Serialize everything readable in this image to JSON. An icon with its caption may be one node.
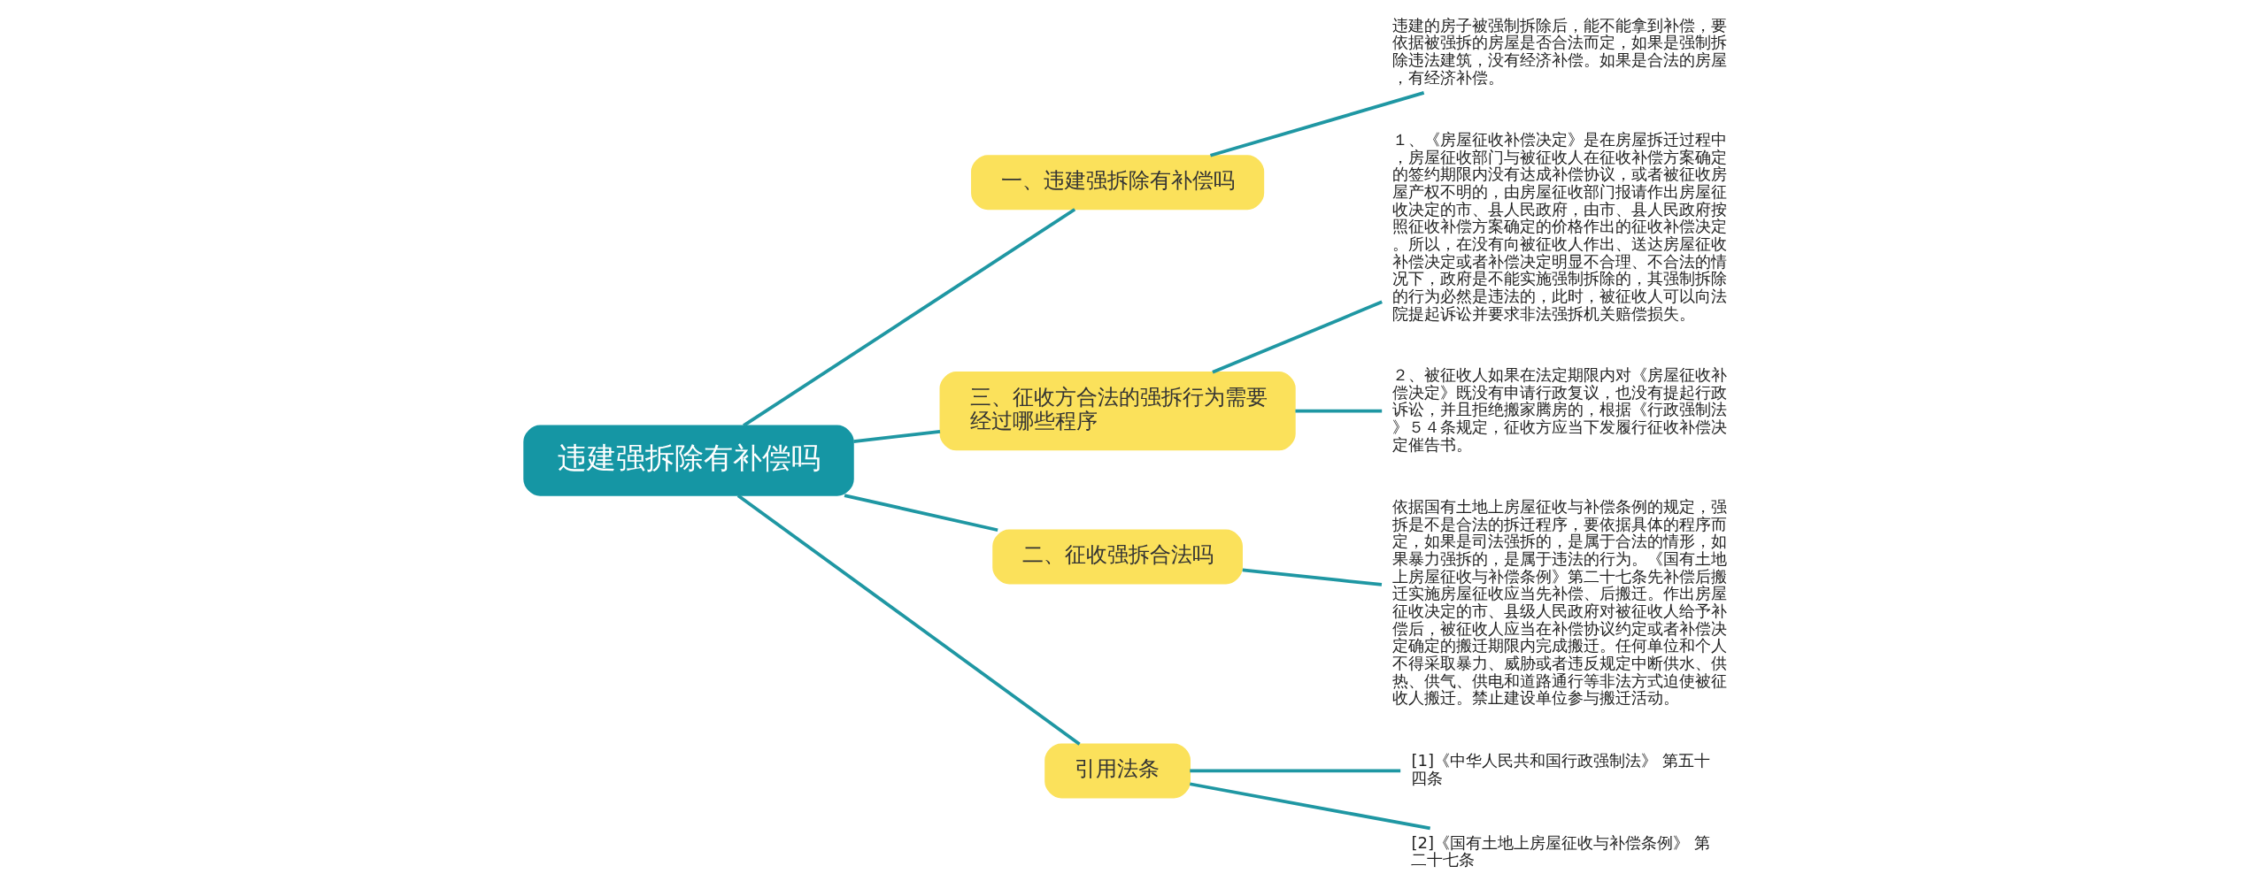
{
  "diagram": {
    "nodes": [
      {
        "text": [
          "违建强拆除有补偿吗"
        ]
      },
      {
        "text": [
          "一、违建强拆除有补偿吗"
        ]
      },
      {
        "text": [
          "违建的房子被强制拆除后，能不能拿到补偿，要依据被强拆的房屋是否合法而定，如果是强制拆除违法建筑，没有经济补偿。如果是合法的房屋，有经济补偿。"
        ]
      },
      {
        "text": [
          "三、征收方合法的强拆行为需要经过哪些程序"
        ]
      },
      {
        "text": [
          "１、《房屋征收补偿决定》是在房屋拆迁过程中，房屋征收部门与被征收人在征收补偿方案确定的签约期限内没有达成补偿协议，或者被征收房屋产权不明的，由房屋征收部门报请作出房屋征收决定的市、县人民政府，由市、县人民政府按照征收补偿方案确定的价格作出的征收补偿决定。所以，在没有向被征收人作出、送达房屋征收补偿决定或者补偿决定明显不合理、不合法的情况下，政府是不能实施强制拆除的，其强制拆除的行为必然是违法的，此时，被征收人可以向法院提起诉讼并要求非法强拆机关赔偿损失。"
        ]
      },
      {
        "text": [
          "２、被征收人如果在法定期限内对《房屋征收补偿决定》既没有申请行政复议，也没有提起行政诉讼，并且拒绝搬家腾房的，根据《行政强制法》５４条规定，征收方应当下发履行征收补偿决定催告书。"
        ]
      },
      {
        "text": [
          "二、征收强拆合法吗"
        ]
      },
      {
        "text": [
          "依据国有土地上房屋征收与补偿条例的规定，强拆是不是合法的拆迁程序，要依据具体的程序而定，如果是司法强拆的，是属于合法的情形，如果暴力强拆的，是属于违法的行为。《国有土地上房屋征收与补偿条例》第二十七条先补偿后搬迁实施房屋征收应当先补偿、后搬迁。作出房屋征收决定的市、县级人民政府对被征收人给予补偿后，被征收人应当在补偿协议约定或者补偿决定确定的搬迁期限内完成搬迁。任何单位和个人不得采取暴力、威胁或者违反规定中断供水、供热、供气、供电和道路通行等非法方式迫使被征收人搬迁。禁止建设单位参与搬迁活动。"
        ]
      },
      {
        "text": [
          "引用法条"
        ]
      },
      {
        "text": [
          "[1]《中华人民共和国行政强制法》 第五十四条"
        ]
      },
      {
        "text": [
          "[2]《国有土地上房屋征收与补偿条例》 第二十七条"
        ]
      }
    ],
    "edges": [
      {
        "from": 0,
        "to": 1,
        "arrow": "none"
      },
      {
        "from": 1,
        "to": 2,
        "arrow": "none"
      },
      {
        "from": 0,
        "to": 3,
        "arrow": "none"
      },
      {
        "from": 3,
        "to": 4,
        "arrow": "none"
      },
      {
        "from": 3,
        "to": 5,
        "arrow": "none"
      },
      {
        "from": 0,
        "to": 6,
        "arrow": "none"
      },
      {
        "from": 6,
        "to": 7,
        "arrow": "none"
      },
      {
        "from": 0,
        "to": 8,
        "arrow": "none"
      },
      {
        "from": 8,
        "to": 9,
        "arrow": "none"
      },
      {
        "from": 8,
        "to": 10,
        "arrow": "none"
      }
    ]
  }
}
